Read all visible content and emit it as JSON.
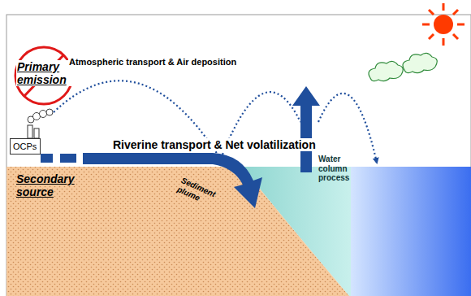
{
  "diagram": {
    "nodes": [
      {
        "text": [
          "OCPs"
        ]
      }
    ],
    "labels": [
      "Primary emission",
      "Atmospheric transport & Air deposition",
      "Riverine transport & Net volatilization",
      "Secondary source",
      "Sediment plume",
      "Water column process"
    ]
  }
}
